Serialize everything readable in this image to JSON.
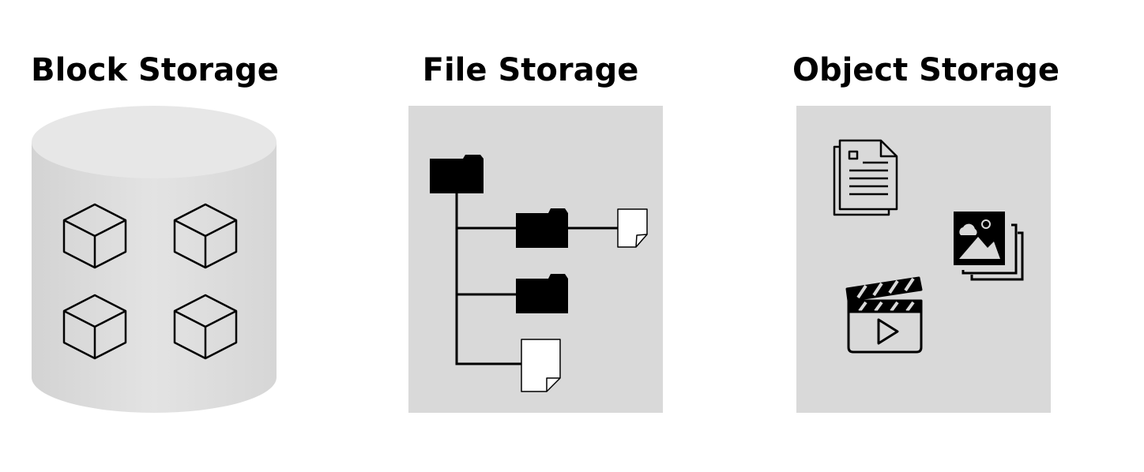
{
  "colors": {
    "panel_fill": "#d9d9d9",
    "cylinder_fill": "#dcdcdc",
    "cylinder_top": "#e6e6e6",
    "ink": "#000000",
    "paper": "#ffffff"
  },
  "sections": {
    "block": {
      "title": "Block Storage",
      "icons": [
        "cube-icon",
        "cube-icon",
        "cube-icon",
        "cube-icon"
      ]
    },
    "file": {
      "title": "File Storage",
      "icons": [
        "folder-icon",
        "folder-icon",
        "folder-icon",
        "file-icon",
        "file-icon"
      ]
    },
    "object": {
      "title": "Object Storage",
      "icons": [
        "document-stack-icon",
        "image-stack-icon",
        "clapperboard-icon"
      ]
    }
  }
}
